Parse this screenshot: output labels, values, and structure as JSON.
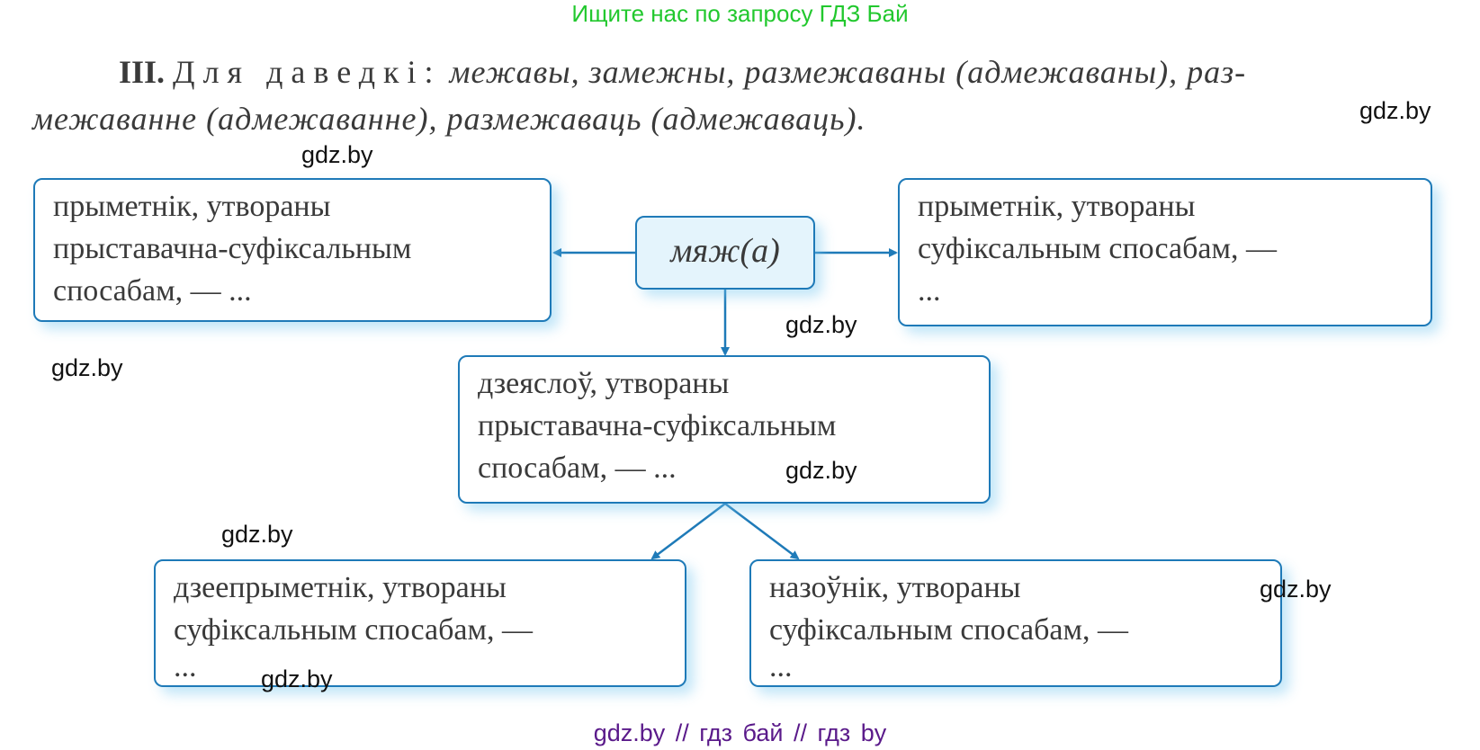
{
  "top_banner": "Ищите нас по запросу ГДЗ Бай",
  "heading": {
    "number": "III.",
    "label": "Для даведкі:",
    "words_line1": "межавы, замежны, размежаваны (адмежаваны), раз-",
    "words_line2": "межаванне (адмежаванне), размежаваць (адмежаваць)."
  },
  "diagram": {
    "root": {
      "text": "мяж(а)"
    },
    "left_box": {
      "lines": [
        "прыметнік, утвораны",
        "прыставачна-суфіксальным",
        "спосабам, — ..."
      ]
    },
    "right_box": {
      "lines": [
        "прыметнік, утвораны",
        "суфіксальным спосабам, —",
        "..."
      ]
    },
    "middle_box": {
      "lines": [
        "дзеяслоў, утвораны",
        "прыставачна-суфіксальным",
        "спосабам, — ..."
      ]
    },
    "bottom_left_box": {
      "lines": [
        "дзеепрыметнік, утвораны",
        "суфіксальным спосабам, —",
        "..."
      ]
    },
    "bottom_right_box": {
      "lines": [
        "назоўнік, утвораны",
        "суфіксальным спосабам, —",
        "..."
      ]
    },
    "arrow_color": "#1e7ab8",
    "box_border_color": "#1e7ab8",
    "root_fill_color": "#e4f4fc"
  },
  "watermarks": [
    "gdz.by",
    "gdz.by",
    "gdz.by",
    "gdz.by",
    "gdz.by",
    "gdz.by",
    "gdz.by",
    "gdz.by"
  ],
  "footer": "gdz.by  //  гдз бай  //  гдз by"
}
